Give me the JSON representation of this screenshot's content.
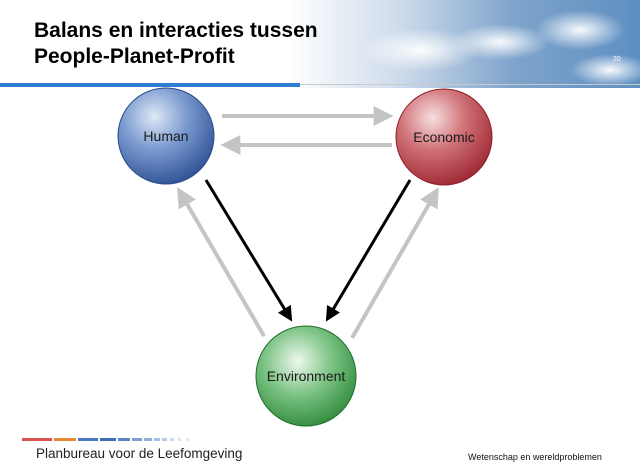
{
  "slide": {
    "title": "Balans en interacties tussen\nPeople-Planet-Profit",
    "number": "20"
  },
  "diagram": {
    "nodes": [
      {
        "id": "human",
        "label": "Human",
        "color": "#3e63a8"
      },
      {
        "id": "economic",
        "label": "Economic",
        "color": "#b3313a"
      },
      {
        "id": "environment",
        "label": "Environment",
        "color": "#2f8e3c"
      }
    ],
    "arrow_colors": {
      "strong": "#000000",
      "weak": "#c4c4c4"
    }
  },
  "footer": {
    "organization": "Planbureau voor de Leefomgeving",
    "series": "Wetenschap en wereldproblemen"
  }
}
